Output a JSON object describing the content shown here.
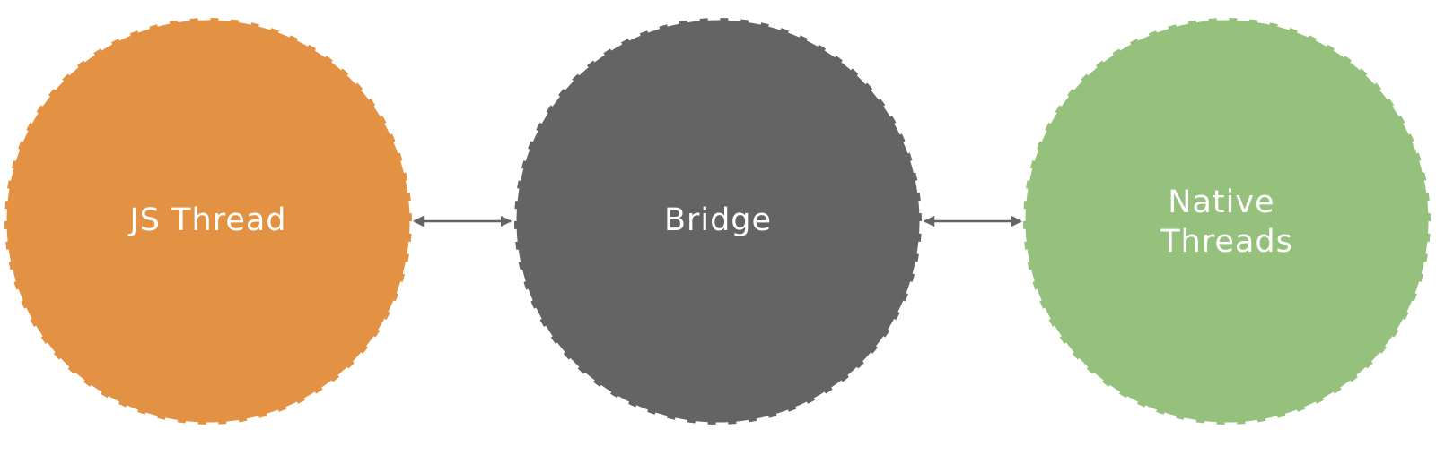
{
  "diagram": {
    "nodes": [
      {
        "id": "js-thread",
        "lines": [
          "JS Thread"
        ],
        "fill": "#E39143",
        "stroke": "#FFFFFF"
      },
      {
        "id": "bridge",
        "lines": [
          "Bridge"
        ],
        "fill": "#646464",
        "stroke": "#FFFFFF"
      },
      {
        "id": "native-threads",
        "lines": [
          "Native",
          "Threads"
        ],
        "fill": "#95C17D",
        "stroke": "#FFFFFF"
      }
    ],
    "connectors": [
      {
        "from": "js-thread",
        "to": "bridge",
        "direction": "bidirectional",
        "color": "#646464"
      },
      {
        "from": "bridge",
        "to": "native-threads",
        "direction": "bidirectional",
        "color": "#646464"
      }
    ]
  }
}
